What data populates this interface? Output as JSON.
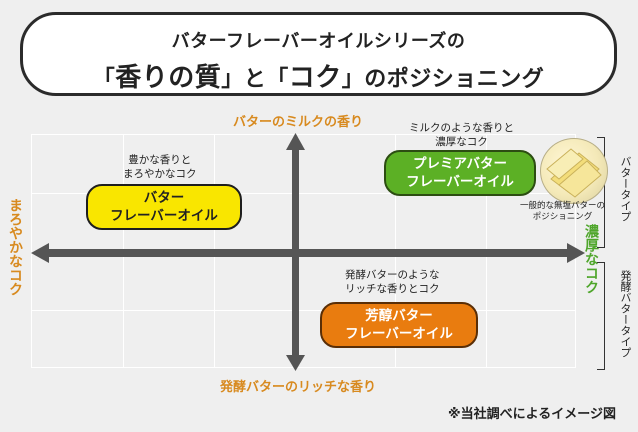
{
  "title": {
    "line1": "バターフレーバーオイルシリーズの",
    "line2_open": "「",
    "line2_accent1": "香りの質",
    "line2_mid": "」と「",
    "line2_accent2": "コク",
    "line2_close": "」のポジショニング"
  },
  "axes": {
    "top": "バターのミルクの香り",
    "bottom": "発酵バターのリッチな香り",
    "left": "まろやかなコク",
    "right": "濃厚なコク"
  },
  "right_brackets": {
    "upper": "バタータイプ",
    "lower": "発酵バタータイプ"
  },
  "products": [
    {
      "line1": "バター",
      "line2": "フレーバーオイル",
      "caption1": "豊かな香りと",
      "caption2": "まろやかなコク"
    },
    {
      "line1": "プレミアバター",
      "line2": "フレーバーオイル",
      "caption1": "ミルクのような香りと",
      "caption2": "濃厚なコク"
    },
    {
      "line1": "芳醇バター",
      "line2": "フレーバーオイル",
      "caption1": "発酵バターのような",
      "caption2": "リッチな香りとコク"
    }
  ],
  "photo_caption": {
    "line1": "一般的な無塩バターの",
    "line2": "ポジショニング"
  },
  "note": "※当社調べによるイメージ図",
  "colors": {
    "axis_arrow": "#555555",
    "label_orange": "#d88a1f",
    "label_green": "#4fa62b",
    "yellow": "#f9e600",
    "green": "#5cb025",
    "orange": "#e97c0f"
  }
}
